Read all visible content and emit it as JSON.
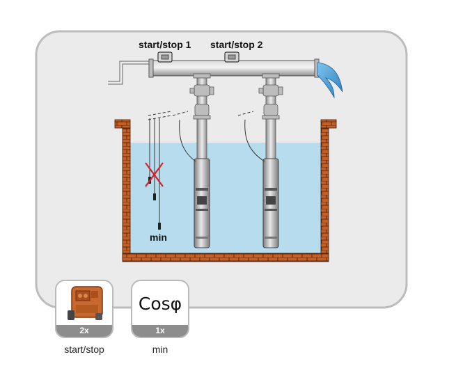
{
  "labels": {
    "start_stop_1": "start/stop 1",
    "start_stop_2": "start/stop 2",
    "min": "min"
  },
  "tiles": [
    {
      "count": "2x",
      "caption": "start/stop",
      "icon": "float-switch-icon"
    },
    {
      "count": "1x",
      "caption": "min",
      "symbol": "Cosφ",
      "icon": "cos-phi-icon"
    }
  ],
  "colors": {
    "panel_bg": "#ebebeb",
    "water": "#b6dcee",
    "brick": "#c75f24",
    "pipe": "#a9a9a9",
    "cross": "#d81f2a"
  }
}
